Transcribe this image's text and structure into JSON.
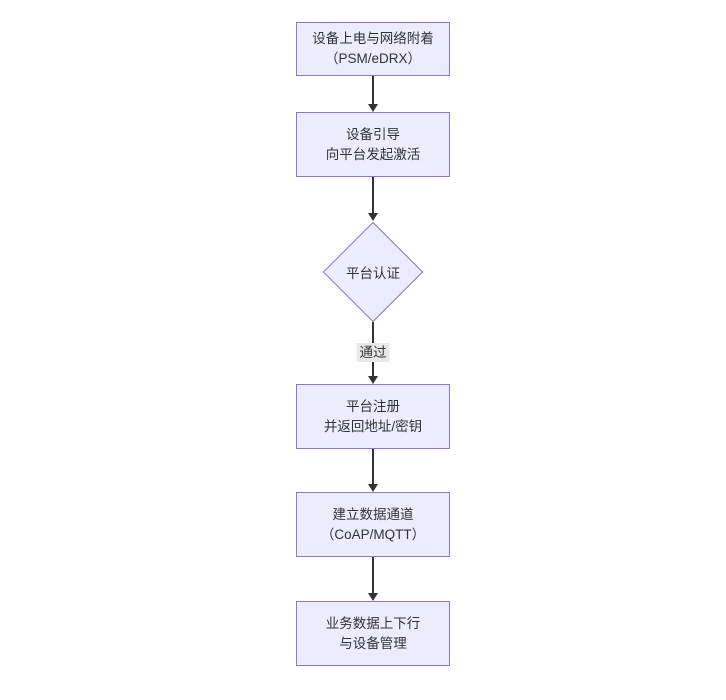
{
  "diagram": {
    "type": "flowchart-top-down",
    "colors": {
      "node_fill": "#ECECFF",
      "node_border": "#9370DB",
      "text": "#333333",
      "arrow": "#333333",
      "edge_label_bg": "#e8e8e8"
    },
    "nodes": [
      {
        "id": "A",
        "shape": "rect",
        "lines": [
          "设备上电与网络附着",
          "（PSM/eDRX）"
        ]
      },
      {
        "id": "B",
        "shape": "rect",
        "lines": [
          "设备引导",
          "向平台发起激活"
        ]
      },
      {
        "id": "C",
        "shape": "diamond",
        "lines": [
          "平台认证"
        ]
      },
      {
        "id": "D",
        "shape": "rect",
        "lines": [
          "平台注册",
          "并返回地址/密钥"
        ]
      },
      {
        "id": "E",
        "shape": "rect",
        "lines": [
          "建立数据通道",
          "（CoAP/MQTT）"
        ]
      },
      {
        "id": "F",
        "shape": "rect",
        "lines": [
          "业务数据上下行",
          "与设备管理"
        ]
      }
    ],
    "edges": [
      {
        "from": "A",
        "to": "B",
        "label": ""
      },
      {
        "from": "B",
        "to": "C",
        "label": ""
      },
      {
        "from": "C",
        "to": "D",
        "label": "通过"
      },
      {
        "from": "D",
        "to": "E",
        "label": ""
      },
      {
        "from": "E",
        "to": "F",
        "label": ""
      }
    ]
  }
}
